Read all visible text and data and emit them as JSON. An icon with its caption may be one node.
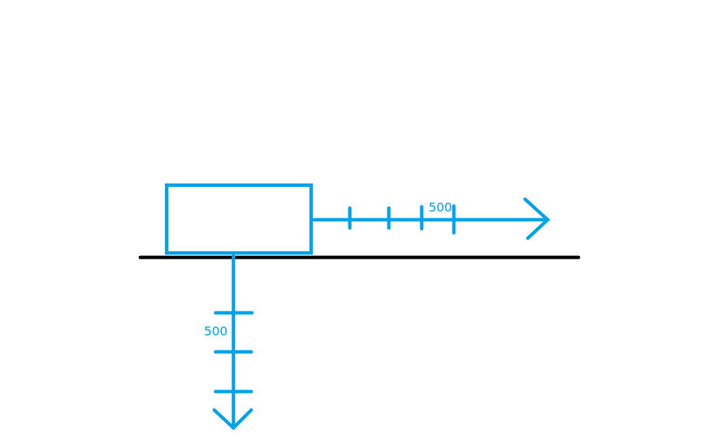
{
  "diagram": {
    "nodes": [
      {
        "text": [],
        "shape": "box"
      }
    ],
    "labels": [
      "500",
      "500"
    ]
  }
}
